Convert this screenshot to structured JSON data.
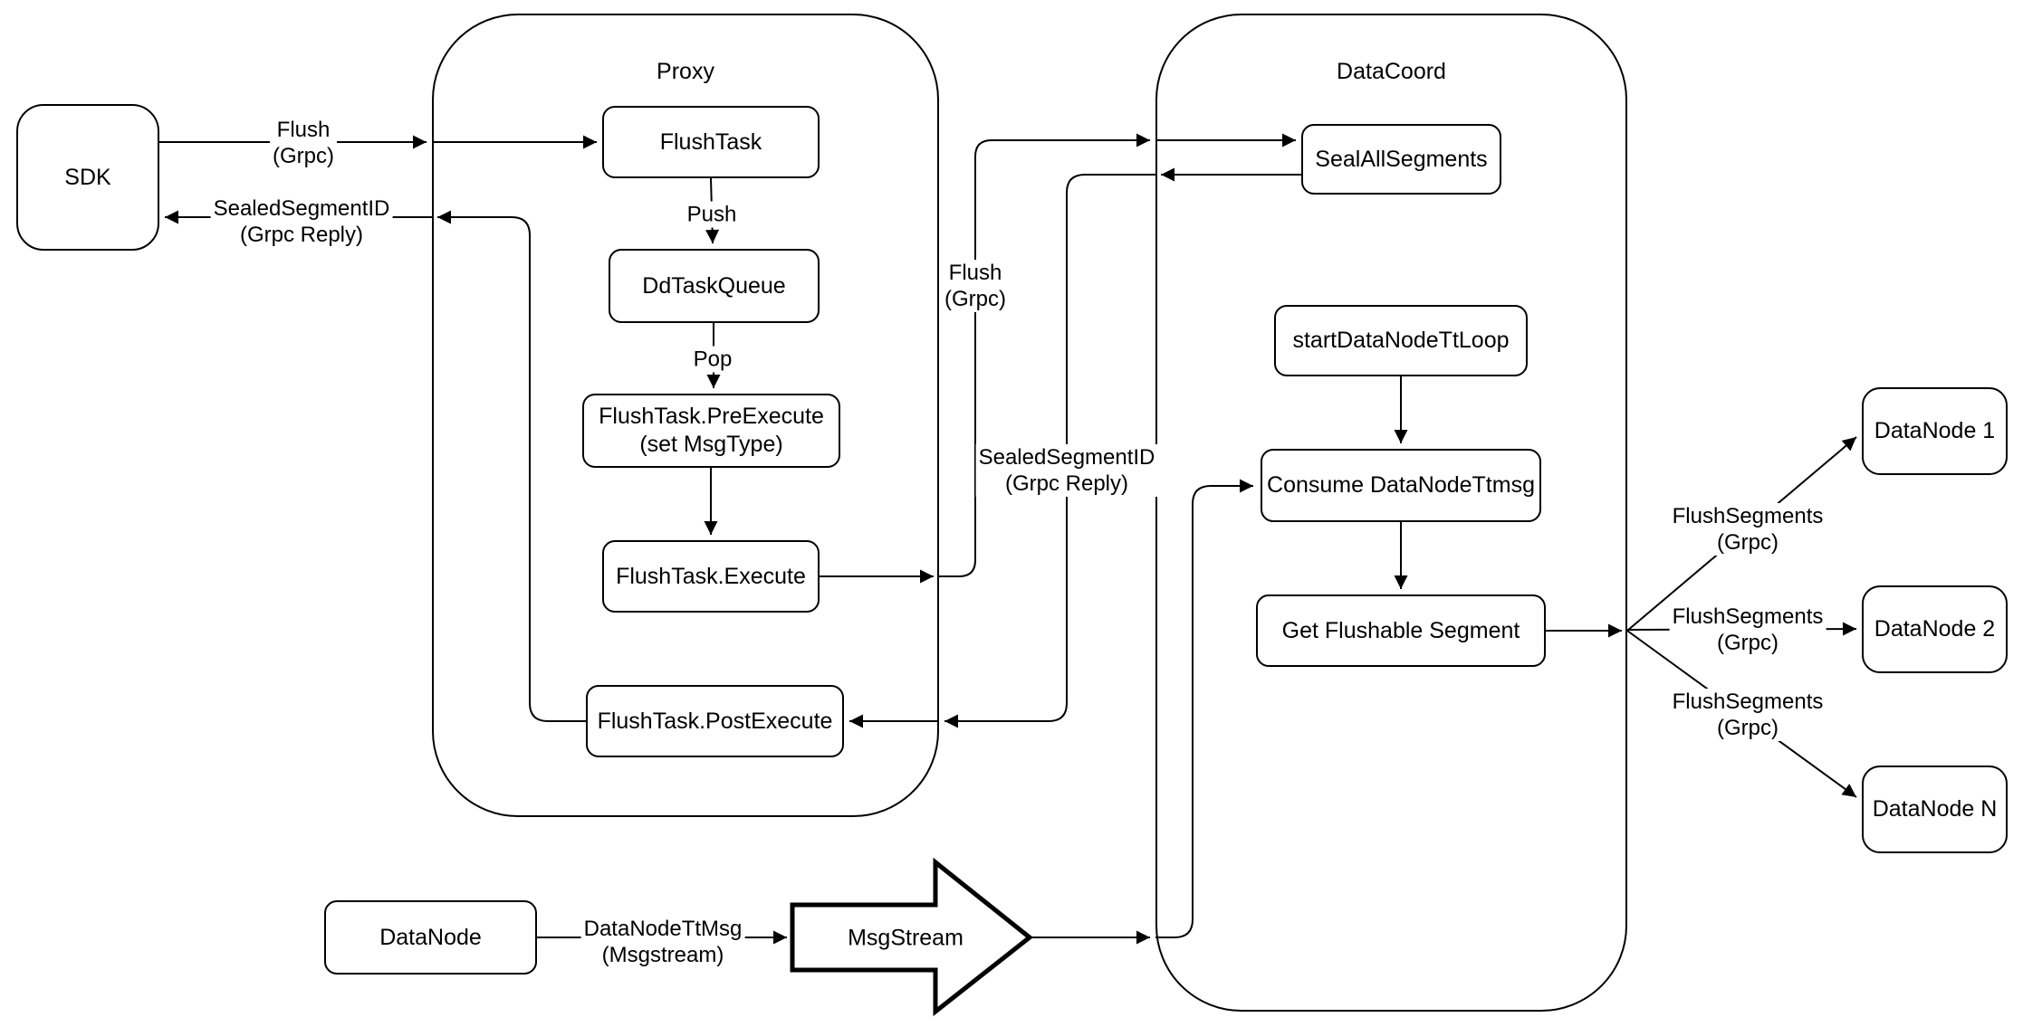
{
  "diagram": {
    "background_color": "#ffffff",
    "stroke_color": "#000000",
    "node_fill_color": "#ffffff",
    "containers": {
      "proxy": {
        "label": "Proxy"
      },
      "datacoord": {
        "label": "DataCoord"
      }
    },
    "nodes": {
      "sdk": {
        "label": "SDK"
      },
      "flush_task": {
        "label": "FlushTask"
      },
      "dd_task_queue": {
        "label": "DdTaskQueue"
      },
      "flush_task_pre_execute": {
        "label": "FlushTask.PreExecute\n(set MsgType)"
      },
      "flush_task_execute": {
        "label": "FlushTask.Execute"
      },
      "flush_task_post_execute": {
        "label": "FlushTask.PostExecute"
      },
      "seal_all_segments": {
        "label": "SealAllSegments"
      },
      "start_data_node_tt_loop": {
        "label": "startDataNodeTtLoop"
      },
      "consume_data_node_ttmsg": {
        "label": "Consume DataNodeTtmsg"
      },
      "get_flushable_segment": {
        "label": "Get Flushable Segment"
      },
      "data_node_1": {
        "label": "DataNode 1"
      },
      "data_node_2": {
        "label": "DataNode 2"
      },
      "data_node_n": {
        "label": "DataNode N"
      },
      "data_node": {
        "label": "DataNode"
      },
      "msg_stream": {
        "label": "MsgStream"
      }
    },
    "edge_labels": {
      "flush_grpc_left": "Flush\n(Grpc)",
      "sealed_segment_id_left": "SealedSegmentID\n(Grpc Reply)",
      "push": "Push",
      "pop": "Pop",
      "flush_grpc_mid": "Flush\n(Grpc)",
      "sealed_segment_id_mid": "SealedSegmentID\n(Grpc Reply)",
      "flush_segments_1": "FlushSegments\n(Grpc)",
      "flush_segments_2": "FlushSegments\n(Grpc)",
      "flush_segments_3": "FlushSegments\n(Grpc)",
      "data_node_tt_msg": "DataNodeTtMsg\n(Msgstream)"
    }
  }
}
